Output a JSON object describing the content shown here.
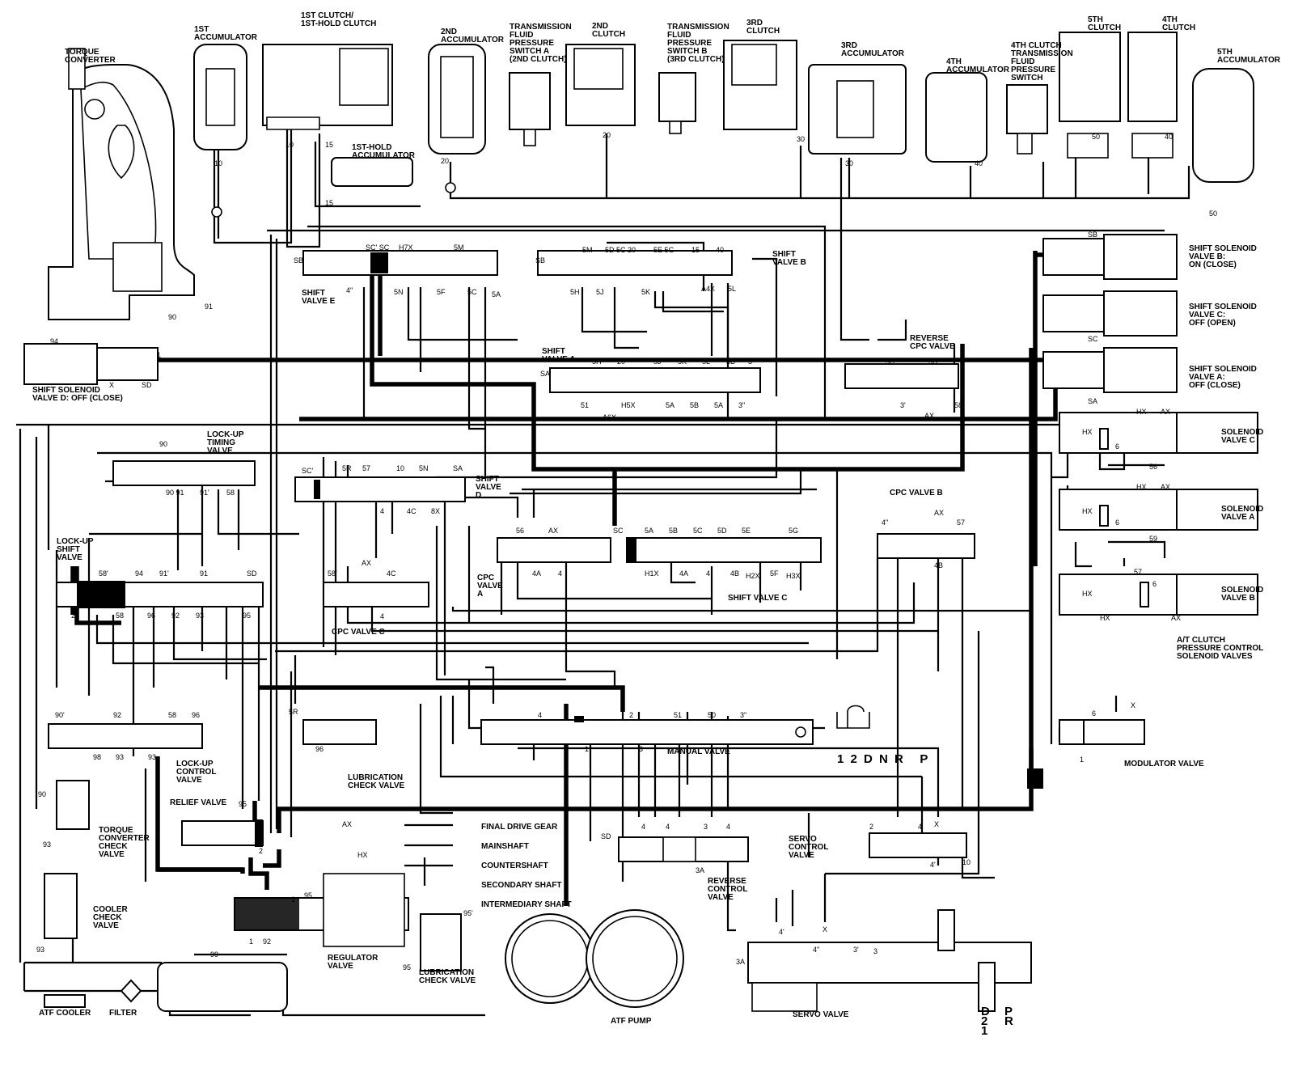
{
  "labels": {
    "torque_converter": "TORQUE\nCONVERTER",
    "first_accumulator": "1ST\nACCUMULATOR",
    "first_clutch": "1ST CLUTCH/\n1ST-HOLD CLUTCH",
    "first_hold_accumulator": "1ST-HOLD\nACCUMULATOR",
    "second_accumulator": "2ND\nACCUMULATOR",
    "pressure_switch_a": "TRANSMISSION\nFLUID\nPRESSURE\nSWITCH A\n(2ND CLUTCH)",
    "second_clutch": "2ND\nCLUTCH",
    "pressure_switch_b": "TRANSMISSION\nFLUID\nPRESSURE\nSWITCH B\n(3RD CLUTCH)",
    "third_clutch": "3RD\nCLUTCH",
    "third_accumulator": "3RD\nACCUMULATOR",
    "fourth_accumulator": "4TH\nACCUMULATOR",
    "fourth_clutch_switch": "4TH CLUTCH\nTRANSMISSION\nFLUID\nPRESSURE\nSWITCH",
    "fifth_clutch": "5TH\nCLUTCH",
    "fourth_clutch": "4TH\nCLUTCH",
    "fifth_accumulator": "5TH\nACCUMULATOR",
    "shift_solenoid_b": "SHIFT SOLENOID\nVALVE B:\nON (CLOSE)",
    "shift_solenoid_c": "SHIFT SOLENOID\nVALVE C:\nOFF (OPEN)",
    "shift_solenoid_a": "SHIFT SOLENOID\nVALVE A:\nOFF (CLOSE)",
    "shift_solenoid_d": "SHIFT SOLENOID\nVALVE D: OFF (CLOSE)",
    "shift_valve_e": "SHIFT\nVALVE E",
    "shift_valve_b": "SHIFT\nVALVE B",
    "shift_valve_a": "SHIFT\nVALVE A",
    "reverse_cpc_valve": "REVERSE\nCPC VALVE",
    "lockup_timing_valve": "LOCK-UP\nTIMING\nVALVE",
    "shift_valve_d": "SHIFT\nVALVE\nD",
    "cpc_valve_b": "CPC VALVE B",
    "solenoid_valve_c": "SOLENOID\nVALVE C",
    "solenoid_valve_a": "SOLENOID\nVALVE A",
    "solenoid_valve_b": "SOLENOID\nVALVE B",
    "lockup_shift_valve": "LOCK-UP\nSHIFT\nVALVE",
    "cpc_valve_a": "CPC\nVALVE\nA",
    "cpc_valve_c": "CPC VALVE C",
    "shift_valve_c": "SHIFT VALVE C",
    "at_clutch_solenoids": "A/T CLUTCH\nPRESSURE CONTROL\nSOLENOID VALVES",
    "manual_valve": "MANUAL VALVE",
    "modulator_valve": "MODULATOR VALVE",
    "lockup_control_valve": "LOCK-UP\nCONTROL\nVALVE",
    "lubrication_check_valve_upper": "LUBRICATION\nCHECK VALVE",
    "relief_valve": "RELIEF VALVE",
    "torque_converter_check": "TORQUE\nCONVERTER\nCHECK\nVALVE",
    "cooler_check_valve": "COOLER\nCHECK\nVALVE",
    "final_drive_gear": "FINAL DRIVE GEAR",
    "mainshaft": "MAINSHAFT",
    "countershaft": "COUNTERSHAFT",
    "secondary_shaft": "SECONDARY SHAFT",
    "intermediary_shaft": "INTERMEDIARY SHAFT",
    "reverse_control_valve": "REVERSE\nCONTROL\nVALVE",
    "servo_control_valve": "SERVO\nCONTROL\nVALVE",
    "regulator_valve": "REGULATOR\nVALVE",
    "lubrication_check_valve_lower": "LUBRICATION\nCHECK VALVE",
    "atf_pump": "ATF PUMP",
    "servo_valve": "SERVO VALVE",
    "atf_cooler": "ATF COOLER",
    "filter": "FILTER"
  },
  "shift_positions": "1 2 D N R   P",
  "servo_positions": {
    "left": "D\n2\n1",
    "right": "P\nR"
  },
  "port_numbers": {
    "p10a": "10",
    "p15a": "15",
    "p15b": "15",
    "p20a": "20",
    "p20b": "20",
    "p30a": "30",
    "p30b": "30",
    "p40a": "40",
    "p50a": "50",
    "p40b": "40",
    "p50b": "50",
    "p90": "90",
    "p91": "91",
    "p94": "94",
    "p1a": "1",
    "sdA": "SD",
    "xA": "X",
    "sbE": "SB",
    "sce": "SC' SC",
    "h7x": "H7X",
    "s5m": "5M",
    "p4e": "4\"",
    "s5n": "5N",
    "s5f": "5F",
    "s5c": "5C",
    "s5a": "5A",
    "sbB": "SB",
    "b5m": "5M",
    "b5d": "5D 5C 20",
    "b5e": "5E 5G",
    "b15": "15",
    "b40": "40",
    "b5h": "5H",
    "b5j": "5J",
    "b5k": "5K",
    "ba4x": "A4X",
    "b5l": "5L",
    "saA": "SA",
    "a5h": "5H",
    "a20": "20",
    "a5j": "5J",
    "a5k": "5K",
    "a5l": "5L",
    "a3b": "3B",
    "a3p": "3'",
    "a51": "51",
    "ah5x": "H5X",
    "aa6x": "A6X",
    "a5a": "5A",
    "a5b": "5B",
    "a5a2": "5A",
    "a3pp": "3\"",
    "r3b": "3B",
    "r3b2": "3B",
    "r3p": "3'",
    "rax": "AX",
    "r58": "58",
    "sbS": "SB",
    "sc1": "SC",
    "saS": "SA",
    "hx1": "HX",
    "ax1": "AX",
    "hx2": "HX",
    "ax2": "AX",
    "hx3": "HX",
    "ax3": "AX",
    "sol6a": "6",
    "sol6b": "6",
    "sol6c": "6",
    "s56": "56",
    "s59": "59",
    "s57": "57",
    "hxc": "HX",
    "hxa": "HX",
    "hxb": "HX",
    "hxb2": "HX",
    "axb": "AX",
    "lt90": "90",
    "lt90b": "90 91",
    "lt91p": "91'",
    "lt58": "58",
    "dsc": "SC'",
    "d5r": "5R",
    "d57": "57",
    "d10": "10",
    "d5n": "5N",
    "dsa": "SA",
    "d4": "4",
    "d4c": "4C",
    "d8x": "8X",
    "cb4": "4\"",
    "cbax": "AX",
    "cb57": "57",
    "cb4b": "4B",
    "ls58p": "58'",
    "ls94": "94",
    "ls91p": "91'",
    "ls91": "91",
    "lssd": "SD",
    "ls2": "2",
    "ls58": "58",
    "ls96": "96",
    "ls92": "92",
    "ls93": "93",
    "ls95": "95",
    "ca56": "56",
    "caax": "AX",
    "ca4a": "4A",
    "ca4": "4",
    "cc58": "58'",
    "ccax": "AX",
    "cc4c": "4C",
    "cc4": "4",
    "scsc": "SC",
    "sc5a": "5A",
    "sc5b": "5B",
    "sc5c": "5C",
    "sc5d": "5D",
    "sc5e": "5E",
    "sc5g": "5G",
    "sch1x": "H1X",
    "sc4a": "4A",
    "sc4": "4",
    "sc4b": "4B",
    "sch2x": "H2X",
    "sc5f": "5F",
    "sch3x": "H3X",
    "lc90p": "90'",
    "lc92": "92",
    "lc58": "58",
    "lc96": "96",
    "lc98": "98",
    "lc93": "93",
    "lc93b": "93",
    "m4": "4",
    "m2": "2",
    "m51": "51",
    "m50": "50",
    "m3": "3\"",
    "m1": "1",
    "m3b": "3",
    "mod6": "6",
    "mod1": "1",
    "modx": "X",
    "l5r": "5R",
    "l96": "96",
    "rv95": "95",
    "rv2": "2",
    "p90b": "90",
    "p93": "93",
    "p93b": "93",
    "reg1": "1",
    "reg92": "92",
    "reg95": "95",
    "reg1b": "1",
    "rax2": "AX",
    "rhx": "HX",
    "l95": "95",
    "l95p": "95'",
    "rcsd": "SD",
    "rc4": "4",
    "rc4b": "4",
    "rc3": "3",
    "rc4c": "4",
    "rc3a": "3A",
    "sv2": "2",
    "sv4": "4",
    "svx": "X",
    "sv4p": "4'",
    "sv10": "10",
    "svv3a": "3A",
    "svv4p": "4'",
    "svv4pp": "4\"",
    "svvx": "X",
    "svv3p": "3'",
    "svv3": "3",
    "p99": "99"
  }
}
